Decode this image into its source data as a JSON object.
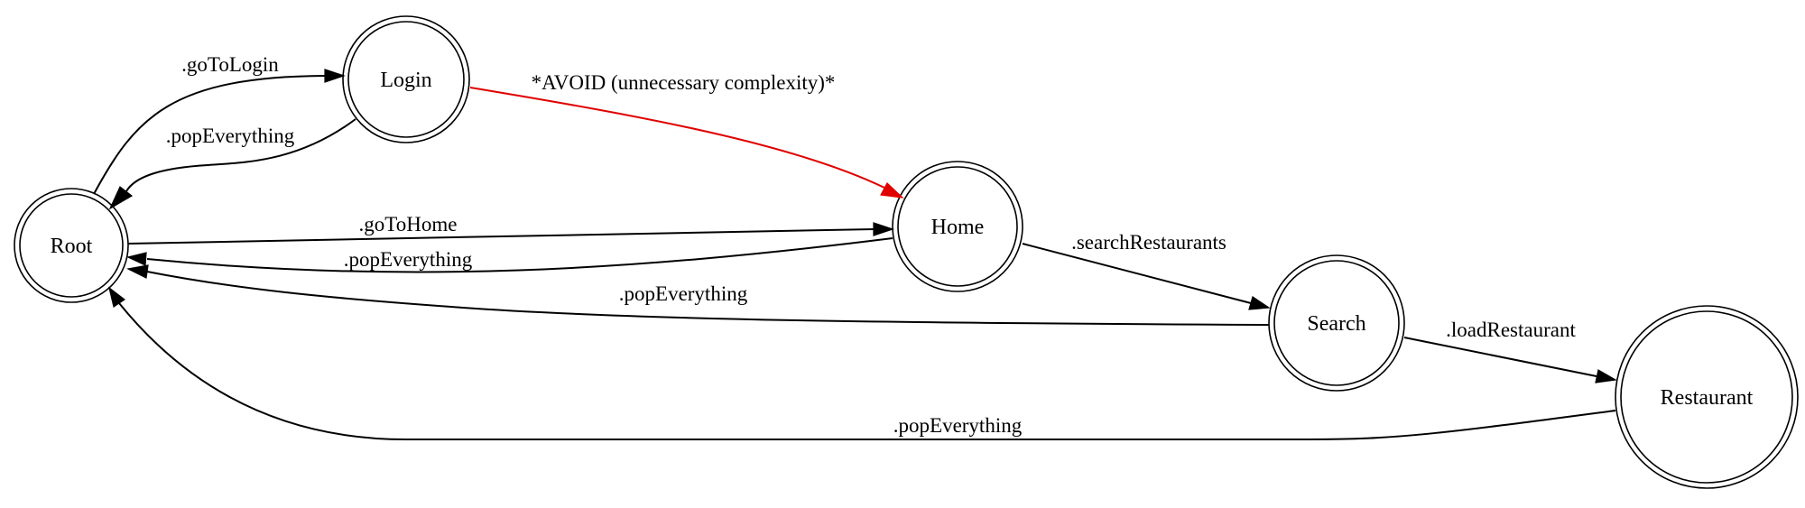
{
  "diagram": {
    "colors": {
      "default": "#000000",
      "warning": "#e00000"
    },
    "nodes": {
      "root": "Root",
      "login": "Login",
      "home": "Home",
      "search": "Search",
      "restaurant": "Restaurant"
    },
    "edges": {
      "root_login": ".goToLogin",
      "login_root": ".popEverything",
      "login_home": "*AVOID (unnecessary complexity)*",
      "root_home": ".goToHome",
      "home_root": ".popEverything",
      "home_search": ".searchRestaurants",
      "search_root": ".popEverything",
      "search_restaurant": ".loadRestaurant",
      "restaurant_root": ".popEverything"
    }
  }
}
